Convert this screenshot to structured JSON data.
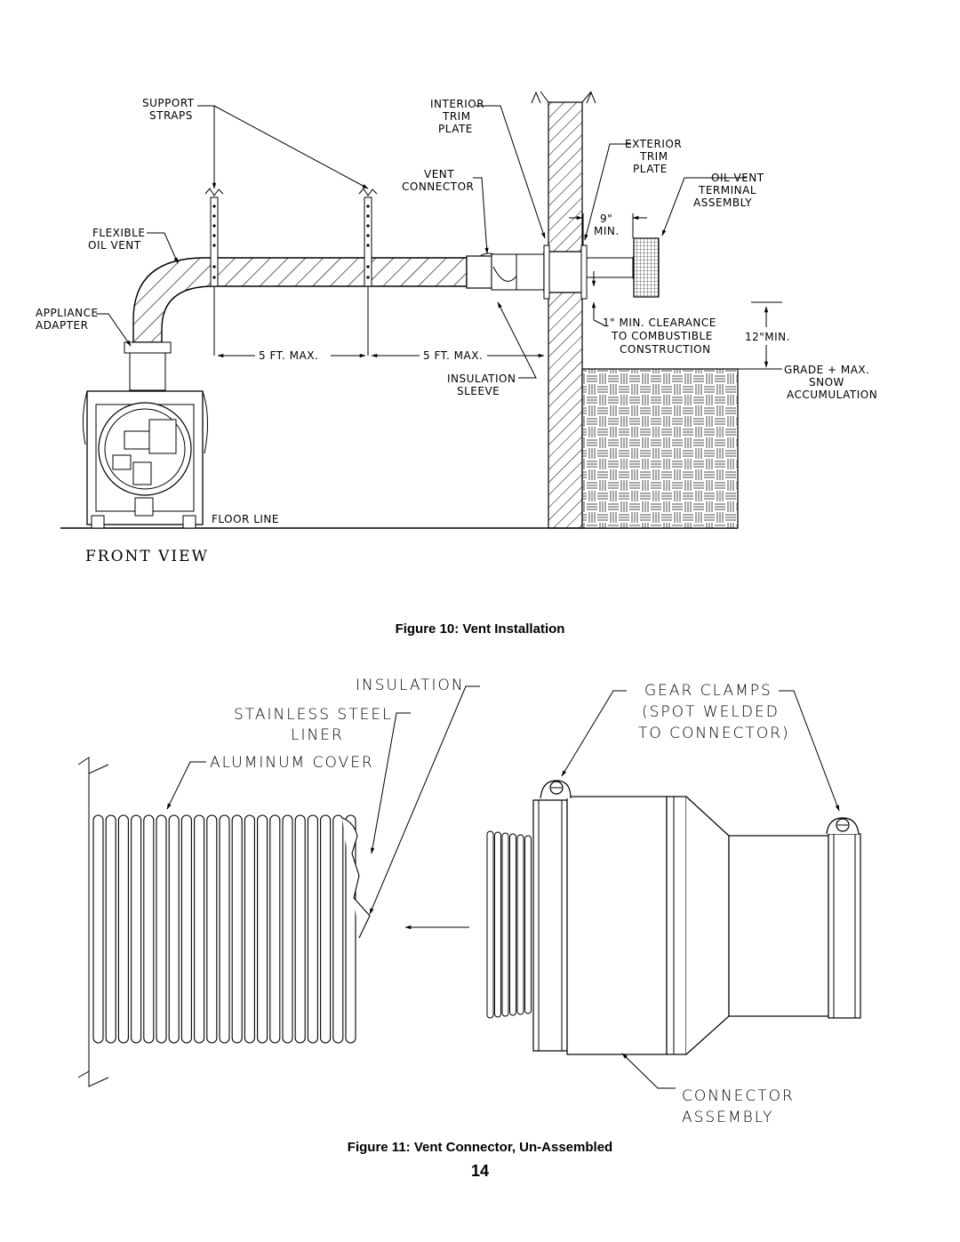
{
  "figure10": {
    "caption": "Figure 10:  Vent Installation",
    "view_label": "FRONT VIEW",
    "labels": {
      "support_straps": [
        "SUPPORT",
        "STRAPS"
      ],
      "interior_trim_plate": [
        "INTERIOR",
        "TRIM",
        "PLATE"
      ],
      "exterior_trim_plate": [
        "EXTERIOR",
        "TRIM",
        "PLATE"
      ],
      "vent_connector": [
        "VENT",
        "CONNECTOR"
      ],
      "oil_vent_terminal": [
        "OIL VENT",
        "TERMINAL",
        "ASSEMBLY"
      ],
      "flexible_oil_vent": [
        "FLEXIBLE",
        "OIL VENT"
      ],
      "nine_min": [
        "9\"",
        "MIN."
      ],
      "appliance_adapter": [
        "APPLIANCE",
        "ADAPTER"
      ],
      "clearance": [
        "1\" MIN. CLEARANCE",
        "TO COMBUSTIBLE",
        "CONSTRUCTION"
      ],
      "twelve_min": "12\"MIN.",
      "five_ft_1": "5 FT. MAX.",
      "five_ft_2": "5 FT. MAX.",
      "insulation_sleeve": [
        "INSULATION",
        "SLEEVE"
      ],
      "grade": [
        "GRADE + MAX.",
        "SNOW",
        "ACCUMULATION"
      ],
      "floor_line": "FLOOR LINE"
    }
  },
  "figure11": {
    "caption": "Figure 11:  Vent Connector, Un-Assembled",
    "labels": {
      "insulation": "INSULATION",
      "stainless_liner": [
        "STAINLESS STEEL",
        "LINER"
      ],
      "aluminum_cover": "ALUMINUM COVER",
      "gear_clamps": [
        "GEAR CLAMPS",
        "(SPOT WELDED",
        "TO CONNECTOR)"
      ],
      "connector_assembly": [
        "CONNECTOR",
        "ASSEMBLY"
      ]
    }
  },
  "page_number": "14"
}
